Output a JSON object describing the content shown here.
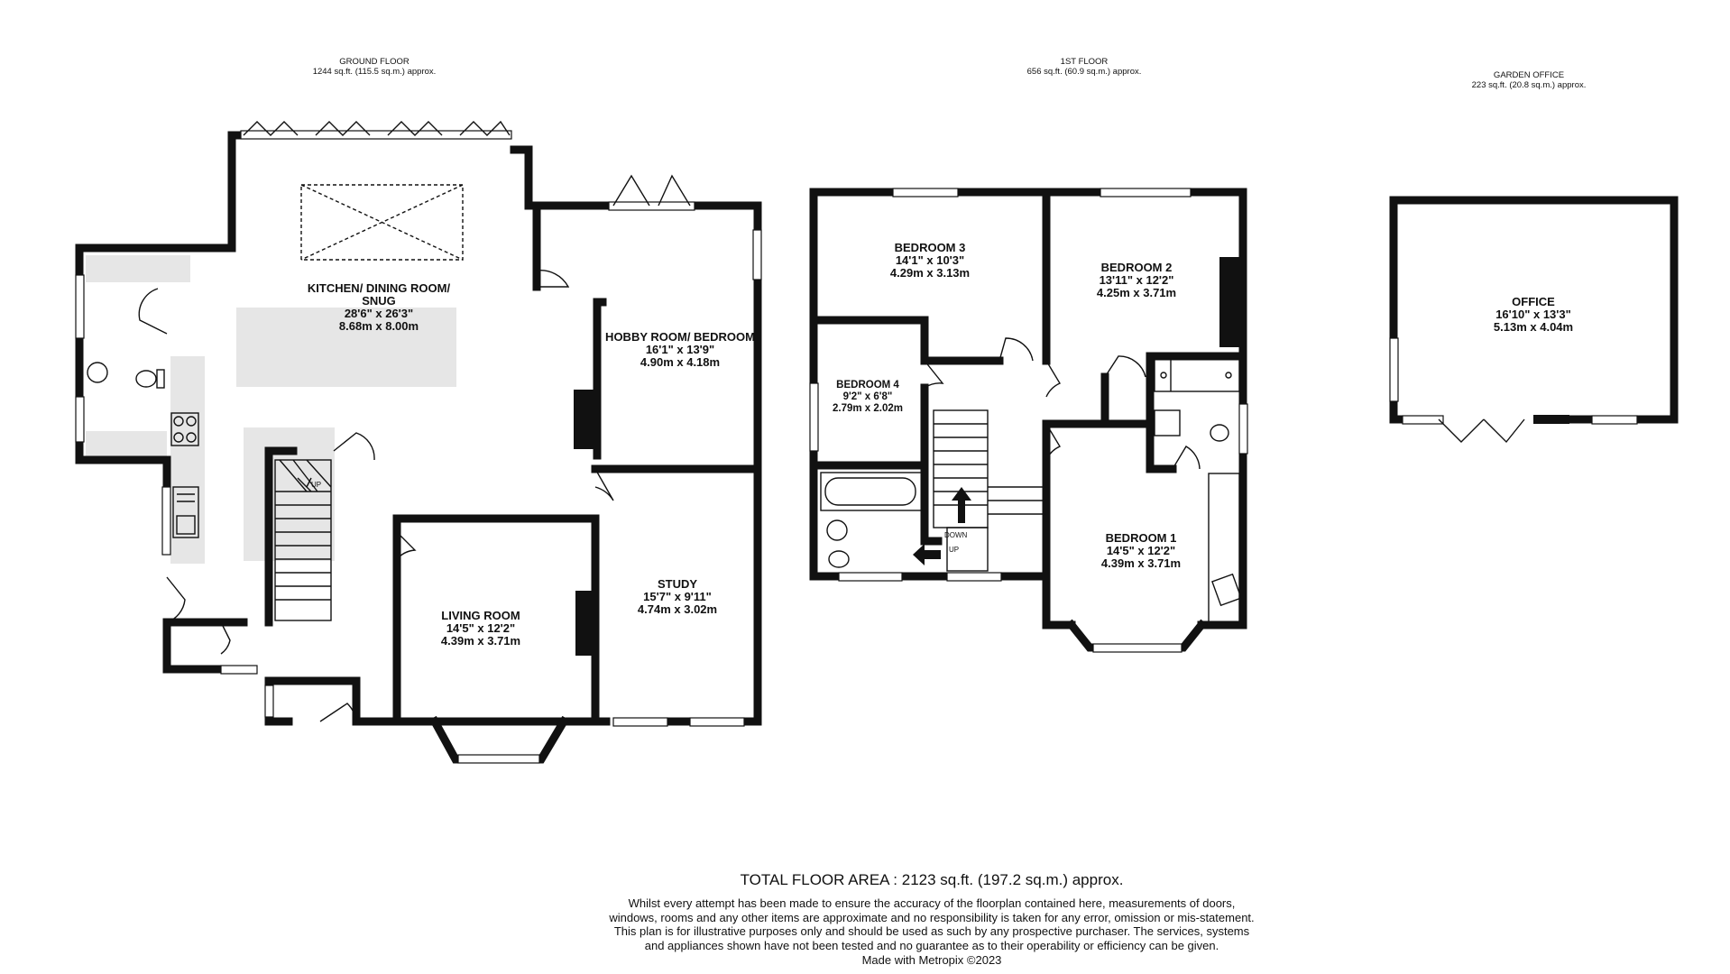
{
  "floors": {
    "ground": {
      "name": "GROUND FLOOR",
      "area": "1244 sq.ft. (115.5 sq.m.) approx."
    },
    "first": {
      "name": "1ST FLOOR",
      "area": "656 sq.ft. (60.9 sq.m.) approx."
    },
    "garden": {
      "name": "GARDEN OFFICE",
      "area": "223 sq.ft. (20.8 sq.m.) approx."
    }
  },
  "rooms": {
    "kitchen": {
      "name_1": "KITCHEN/ DINING ROOM/",
      "name_2": "SNUG",
      "imperial": "28'6\"  x 26'3\"",
      "metric": "8.68m  x 8.00m"
    },
    "hobby": {
      "name": "HOBBY ROOM/ BEDROOM",
      "imperial": "16'1\"  x 13'9\"",
      "metric": "4.90m  x 4.18m"
    },
    "living": {
      "name": "LIVING ROOM",
      "imperial": "14'5\"  x 12'2\"",
      "metric": "4.39m  x 3.71m"
    },
    "study": {
      "name": "STUDY",
      "imperial": "15'7\"  x 9'11\"",
      "metric": "4.74m  x 3.02m"
    },
    "bedroom3": {
      "name": "BEDROOM 3",
      "imperial": "14'1\"  x 10'3\"",
      "metric": "4.29m  x 3.13m"
    },
    "bedroom2": {
      "name": "BEDROOM 2",
      "imperial": "13'11\"  x 12'2\"",
      "metric": "4.25m  x 3.71m"
    },
    "bedroom4": {
      "name": "BEDROOM 4",
      "imperial": "9'2\"  x 6'8\"",
      "metric": "2.79m  x 2.02m"
    },
    "bedroom1": {
      "name": "BEDROOM 1",
      "imperial": "14'5\"  x 12'2\"",
      "metric": "4.39m  x 3.71m"
    },
    "office": {
      "name": "OFFICE",
      "imperial": "16'10\"  x 13'3\"",
      "metric": "5.13m  x 4.04m"
    }
  },
  "stair_labels": {
    "ground_up": "UP",
    "first_down": "DOWN",
    "first_up": "UP"
  },
  "total_area": "TOTAL FLOOR AREA : 2123 sq.ft. (197.2 sq.m.) approx.",
  "disclaimer": "Whilst every attempt has been made to ensure the accuracy of the floorplan contained here, measurements of doors, windows, rooms and any other items are approximate and no responsibility is taken for any error, omission or mis-statement. This plan is for illustrative purposes only and should be used as such by any prospective purchaser. The services, systems and appliances shown have not been tested and no guarantee as to their operability or efficiency can be given.",
  "credit": "Made with Metropix ©2023"
}
